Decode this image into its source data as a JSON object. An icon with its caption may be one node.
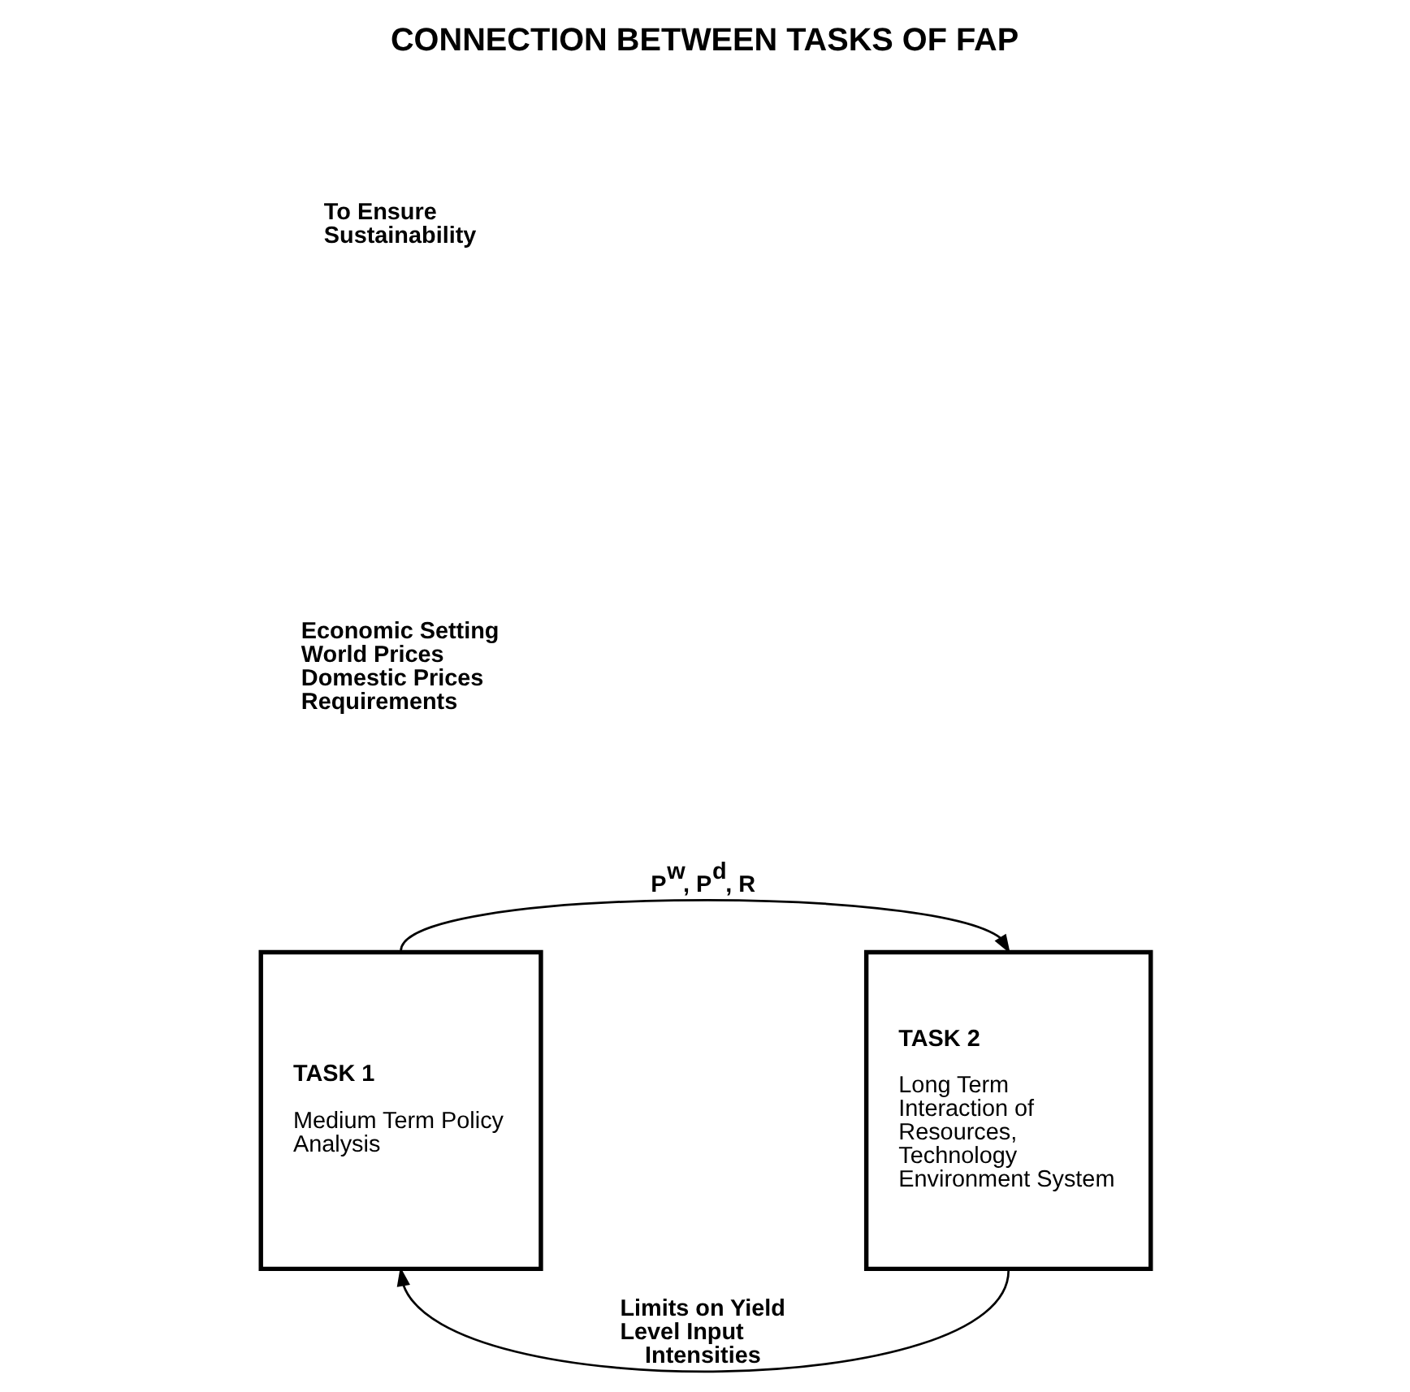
{
  "diagram": {
    "title": "CONNECTION BETWEEN TASKS OF FAP",
    "nodes": [
      {
        "text": [
          "TASK 1",
          "Medium Term Policy Analysis"
        ]
      },
      {
        "text": [
          "TASK 2",
          "Long Term Interaction of Resources, Technology Environment System"
        ]
      }
    ],
    "edges": [
      {
        "from": 0,
        "to": 1,
        "arrow": "to",
        "label": "P$^{w}$, P$^{d}$, R"
      },
      {
        "from": 1,
        "to": 0,
        "arrow": "to",
        "label": "Limits on Yield Level Input Intensities"
      }
    ],
    "labels": [
      "Economic Setting World Prices Domestic Prices Requirements",
      "To Ensure Sustainability"
    ]
  }
}
